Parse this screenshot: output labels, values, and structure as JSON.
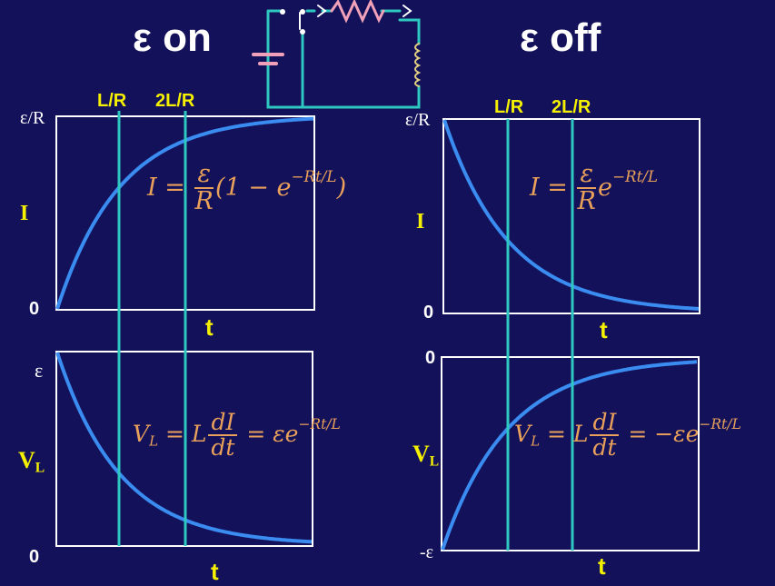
{
  "titles": {
    "on": "ε on",
    "off": "ε off"
  },
  "markers": {
    "lr": "L/R",
    "two_lr": "2L/R"
  },
  "on_current": {
    "ymax": "ε/R",
    "ymin": "0",
    "ylabel": "I",
    "xlabel": "t"
  },
  "on_voltage": {
    "ymax": "ε",
    "ymin": "0",
    "ylabel_main": "V",
    "ylabel_sub": "L",
    "xlabel": "t"
  },
  "off_current": {
    "ymax": "ε/R",
    "ymin": "0",
    "ylabel": "I",
    "xlabel": "t"
  },
  "off_voltage": {
    "ymax": "0",
    "ymin": "-ε",
    "ylabel_main": "V",
    "ylabel_sub": "L",
    "xlabel": "t"
  },
  "formulas": {
    "on_current": {
      "lhs": "I =",
      "num": "ε",
      "den": "R",
      "paren_open": "(1 − e",
      "exp": "−Rt/L",
      "paren_close": ")"
    },
    "on_voltage": {
      "lhs_v": "V",
      "lhs_sub": "L",
      "eq1": " = L",
      "num": "dI",
      "den": "dt",
      "eq2": "= εe",
      "exp": "−Rt/L"
    },
    "off_current": {
      "lhs": "I =",
      "num": "ε",
      "den": "R",
      "base": "e",
      "exp": "−Rt/L"
    },
    "off_voltage": {
      "lhs_v": "V",
      "lhs_sub": "L",
      "eq1": " = L",
      "num": "dI",
      "den": "dt",
      "eq2": "= −εe",
      "exp": "−Rt/L"
    }
  },
  "colors": {
    "background": "#13115a",
    "curve": "#3a8cf0",
    "marker_line": "#2ec8c0",
    "axes": "#ffffff",
    "formula": "#e8a05a",
    "label_yellow": "#f4f000",
    "resistor": "#f0a0b8",
    "inductor": "#e0d080",
    "wire": "#2ec8c0"
  },
  "icons": {
    "circuit": "rl-circuit-icon",
    "battery": "battery-icon",
    "switch": "switch-icon",
    "resistor": "resistor-icon",
    "inductor": "inductor-icon"
  }
}
